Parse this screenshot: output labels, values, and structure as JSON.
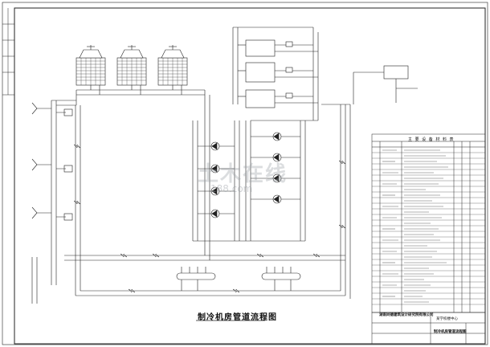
{
  "drawing": {
    "title": "制冷机房管道流程图",
    "legend_table_title": "主 要 设 备 材 料 表",
    "company": "湖南同德建筑设计研究院有限公司",
    "project": "某学校楼中心",
    "sheet": "制冷机房管道流程图"
  },
  "watermark": {
    "text": "土木在线",
    "sub": "188.com"
  }
}
